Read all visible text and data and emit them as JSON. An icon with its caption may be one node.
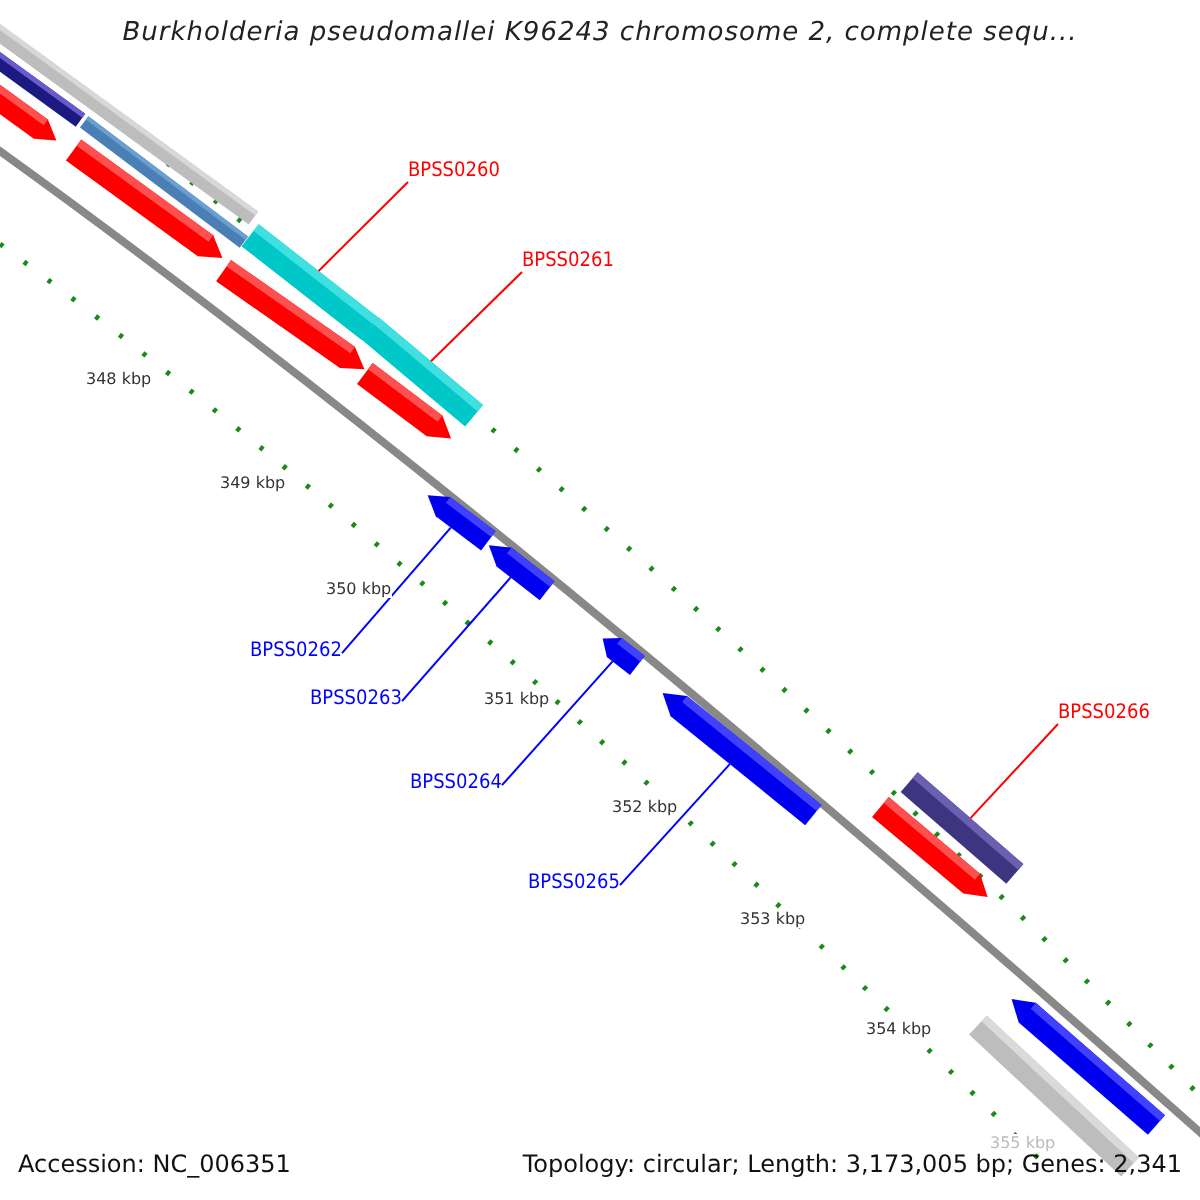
{
  "diagram": {
    "title": "Burkholderia pseudomallei K96243 chromosome 2, complete sequ...",
    "nodes": [
      {
        "text": [
          "BPSS0260"
        ]
      },
      {
        "text": [],
        "shape": "bar"
      },
      {
        "text": [
          "BPSS0261"
        ]
      },
      {
        "text": [],
        "shape": "bar"
      },
      {
        "text": [
          "BPSS0262"
        ]
      },
      {
        "text": [],
        "shape": "arrow"
      },
      {
        "text": [
          "BPSS0263"
        ]
      },
      {
        "text": [],
        "shape": "arrow"
      },
      {
        "text": [
          "BPSS0264"
        ]
      },
      {
        "text": [],
        "shape": "arrow"
      },
      {
        "text": [
          "BPSS0265"
        ]
      },
      {
        "text": [],
        "shape": "arrow"
      },
      {
        "text": [
          "BPSS0266"
        ]
      },
      {
        "text": [],
        "shape": "bar"
      },
      {
        "text": [],
        "shape": "bar"
      },
      {
        "text": [],
        "shape": "bar"
      },
      {
        "text": [],
        "shape": "bar"
      },
      {
        "text": [],
        "shape": "arrow"
      },
      {
        "text": [],
        "shape": "arrow"
      },
      {
        "text": [],
        "shape": "arrow"
      },
      {
        "text": [],
        "shape": "arrow"
      },
      {
        "text": [],
        "shape": "arrow"
      },
      {
        "text": [],
        "shape": "arrow"
      },
      {
        "text": [],
        "shape": "bar"
      }
    ],
    "edges": [
      {
        "from": 0,
        "to": 1,
        "arrow": "none",
        "color": "#ff0000"
      },
      {
        "from": 2,
        "to": 3,
        "arrow": "none",
        "color": "#ff0000"
      },
      {
        "from": 4,
        "to": 5,
        "arrow": "none"
      },
      {
        "from": 6,
        "to": 7,
        "arrow": "none"
      },
      {
        "from": 8,
        "to": 9,
        "arrow": "none"
      },
      {
        "from": 10,
        "to": 11,
        "arrow": "none"
      },
      {
        "from": 12,
        "to": 13,
        "arrow": "none",
        "color": "#ff0000"
      }
    ],
    "labels": [
      "348 kbp",
      "349 kbp",
      "350 kbp",
      "351 kbp",
      "352 kbp",
      "353 kbp",
      "354 kbp",
      "355 kbp",
      "Accession: NC_006351",
      "Topology: circular; Length: 3,173,005 bp; Genes: 2,341"
    ]
  }
}
